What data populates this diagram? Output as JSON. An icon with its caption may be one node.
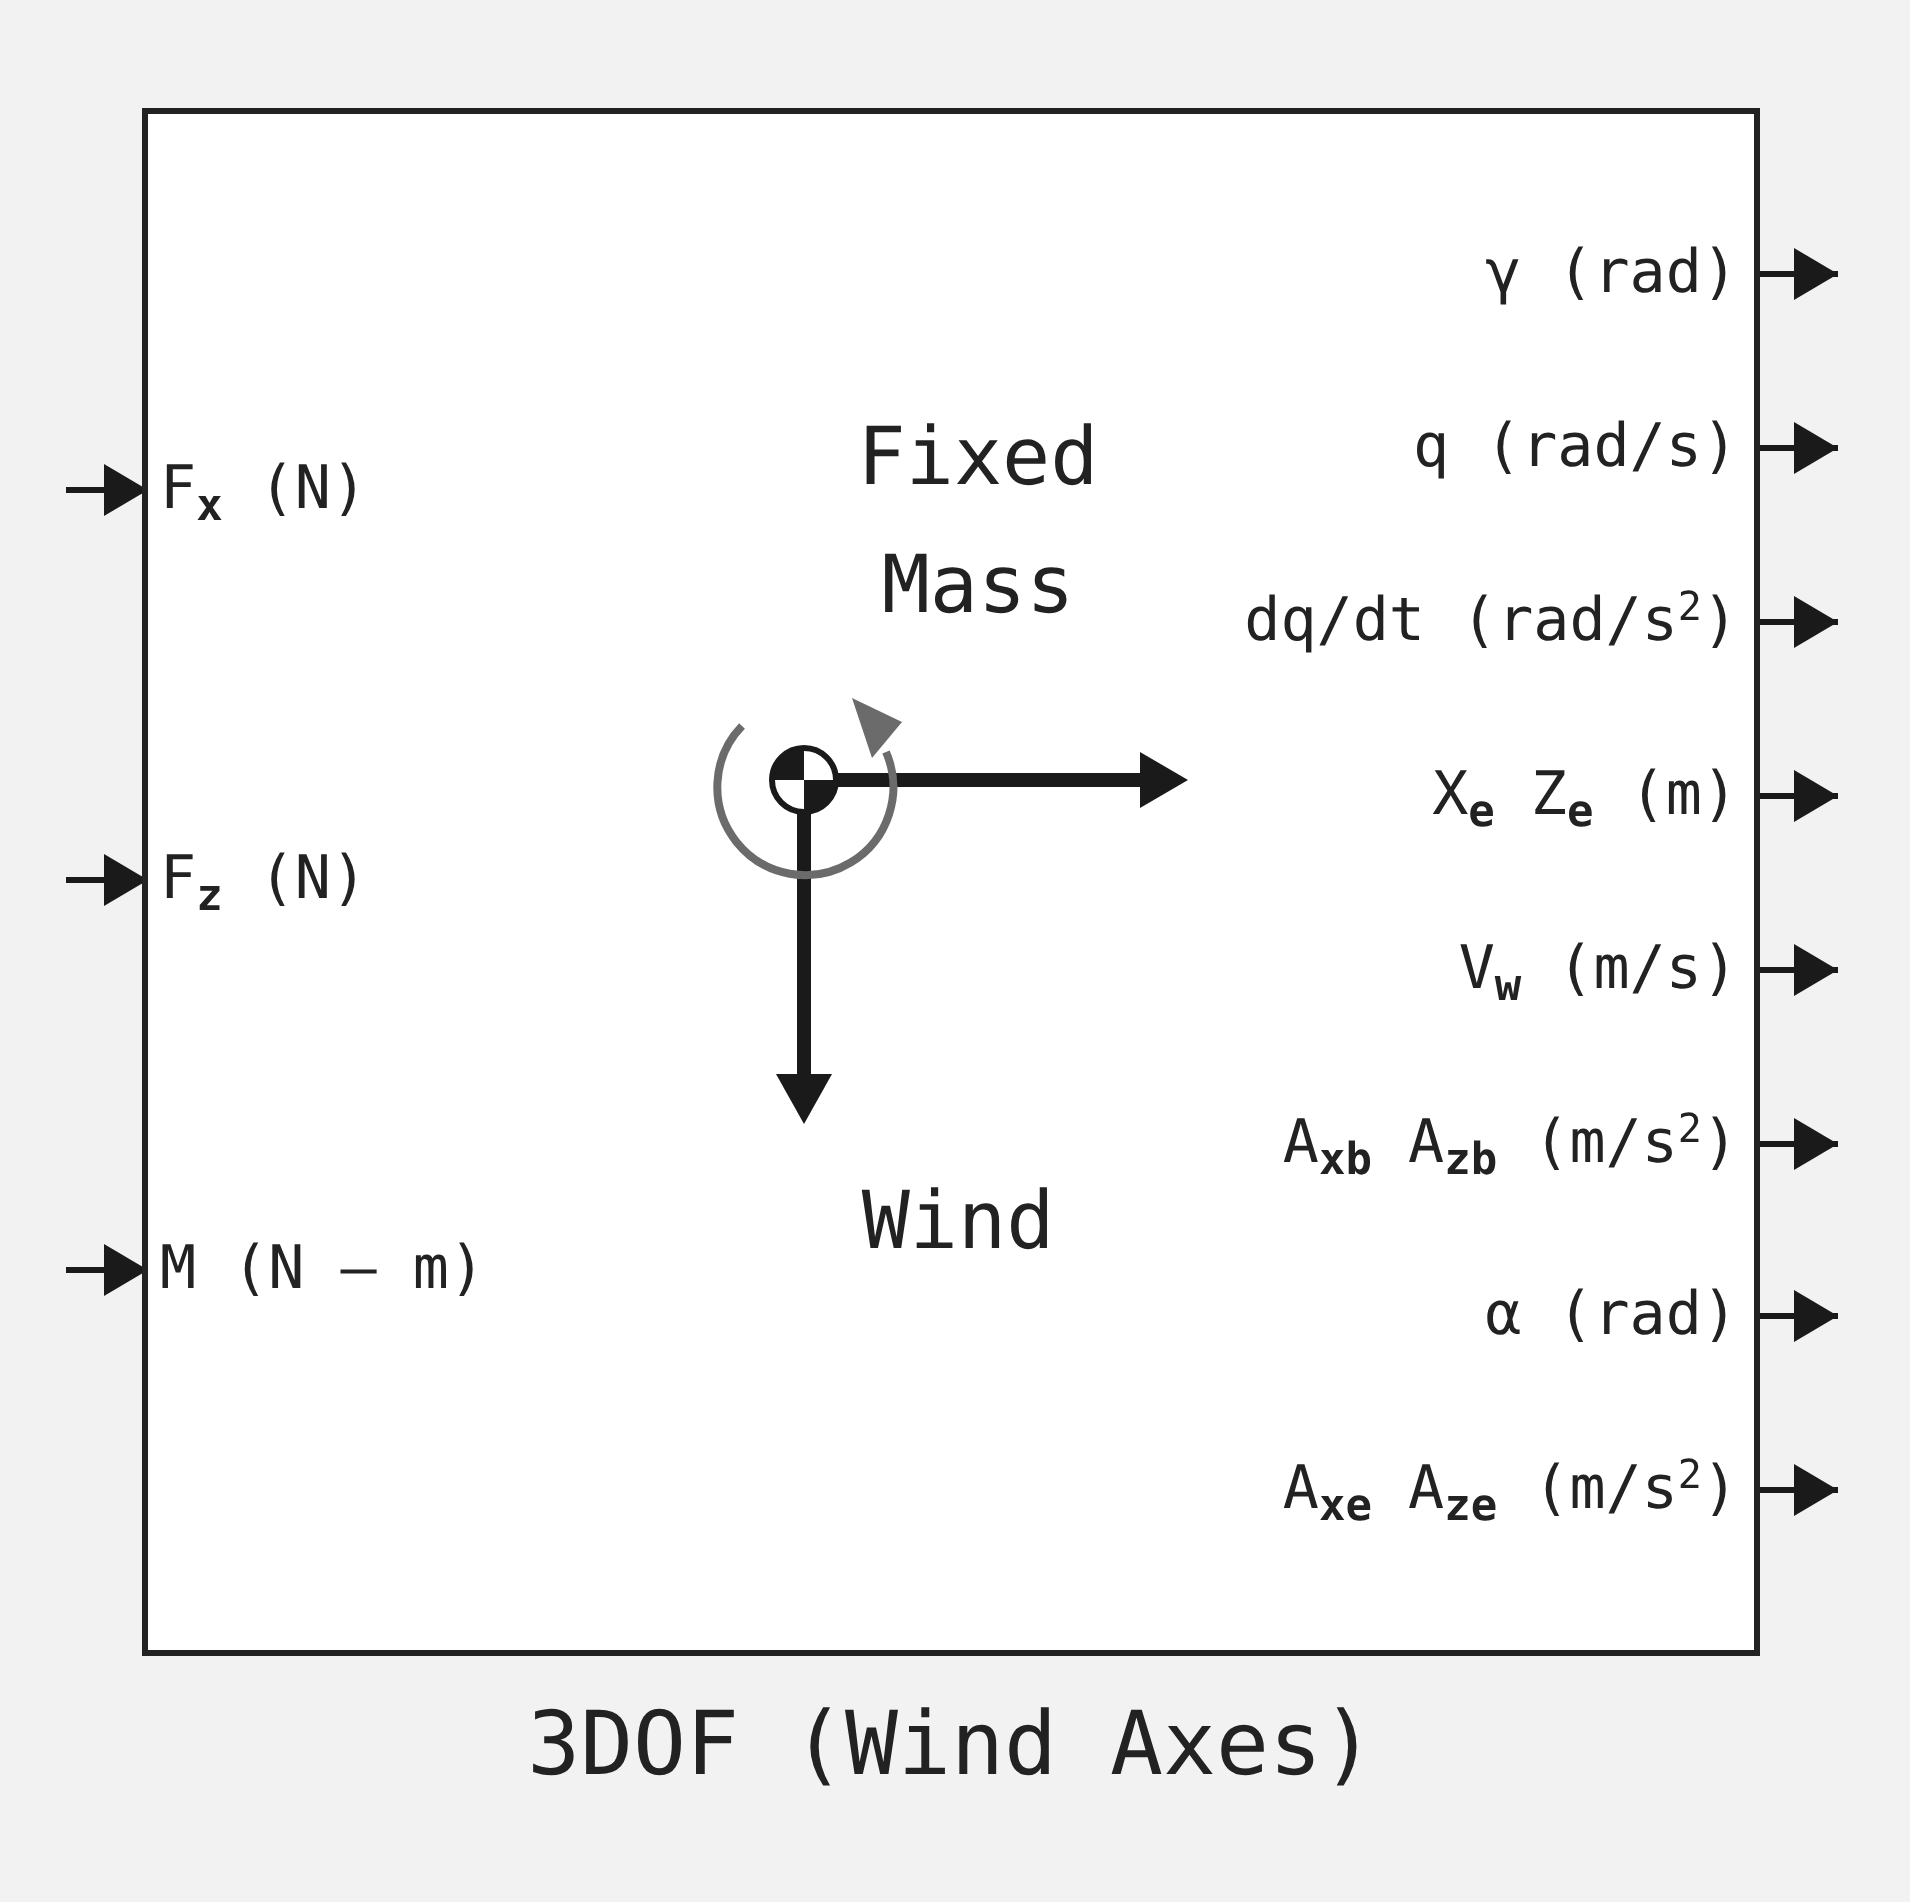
{
  "diagram": {
    "nodes": [
      {
        "text": [
          "Fixed Mass",
          "Wind",
          "3DOF (Wind Axes)"
        ]
      },
      {
        "text": [
          "F$_{x}$ (N)"
        ],
        "in": 0
      },
      {
        "text": [
          "F$_{z}$ (N)"
        ],
        "in": 0
      },
      {
        "text": [
          "M (N – m)"
        ],
        "in": 0
      },
      {
        "text": [
          "γ (rad)"
        ],
        "in": 0
      },
      {
        "text": [
          "q (rad/s)"
        ],
        "in": 0
      },
      {
        "text": [
          "dq/dt (rad/s$^{2}$)"
        ],
        "in": 0
      },
      {
        "text": [
          "X$_{e}$ Z$_{e}$ (m)"
        ],
        "in": 0
      },
      {
        "text": [
          "V$_{w}$ (m/s)"
        ],
        "in": 0
      },
      {
        "text": [
          "A$_{xb}$ A$_{zb}$ (m/s$^{2}$)"
        ],
        "in": 0
      },
      {
        "text": [
          "α (rad)"
        ],
        "in": 0
      },
      {
        "text": [
          "A$_{xe}$ A$_{ze}$ (m/s$^{2}$)"
        ],
        "in": 0
      }
    ],
    "edges": [
      {
        "from": null,
        "to": 1,
        "arrow": "to"
      },
      {
        "from": null,
        "to": 2,
        "arrow": "to"
      },
      {
        "from": null,
        "to": 3,
        "arrow": "to"
      },
      {
        "from": 4,
        "to": null,
        "arrow": "to"
      },
      {
        "from": 5,
        "to": null,
        "arrow": "to"
      },
      {
        "from": 6,
        "to": null,
        "arrow": "to"
      },
      {
        "from": 7,
        "to": null,
        "arrow": "to"
      },
      {
        "from": 8,
        "to": null,
        "arrow": "to"
      },
      {
        "from": 9,
        "to": null,
        "arrow": "to"
      },
      {
        "from": 10,
        "to": null,
        "arrow": "to"
      },
      {
        "from": 11,
        "to": null,
        "arrow": "to"
      }
    ]
  }
}
